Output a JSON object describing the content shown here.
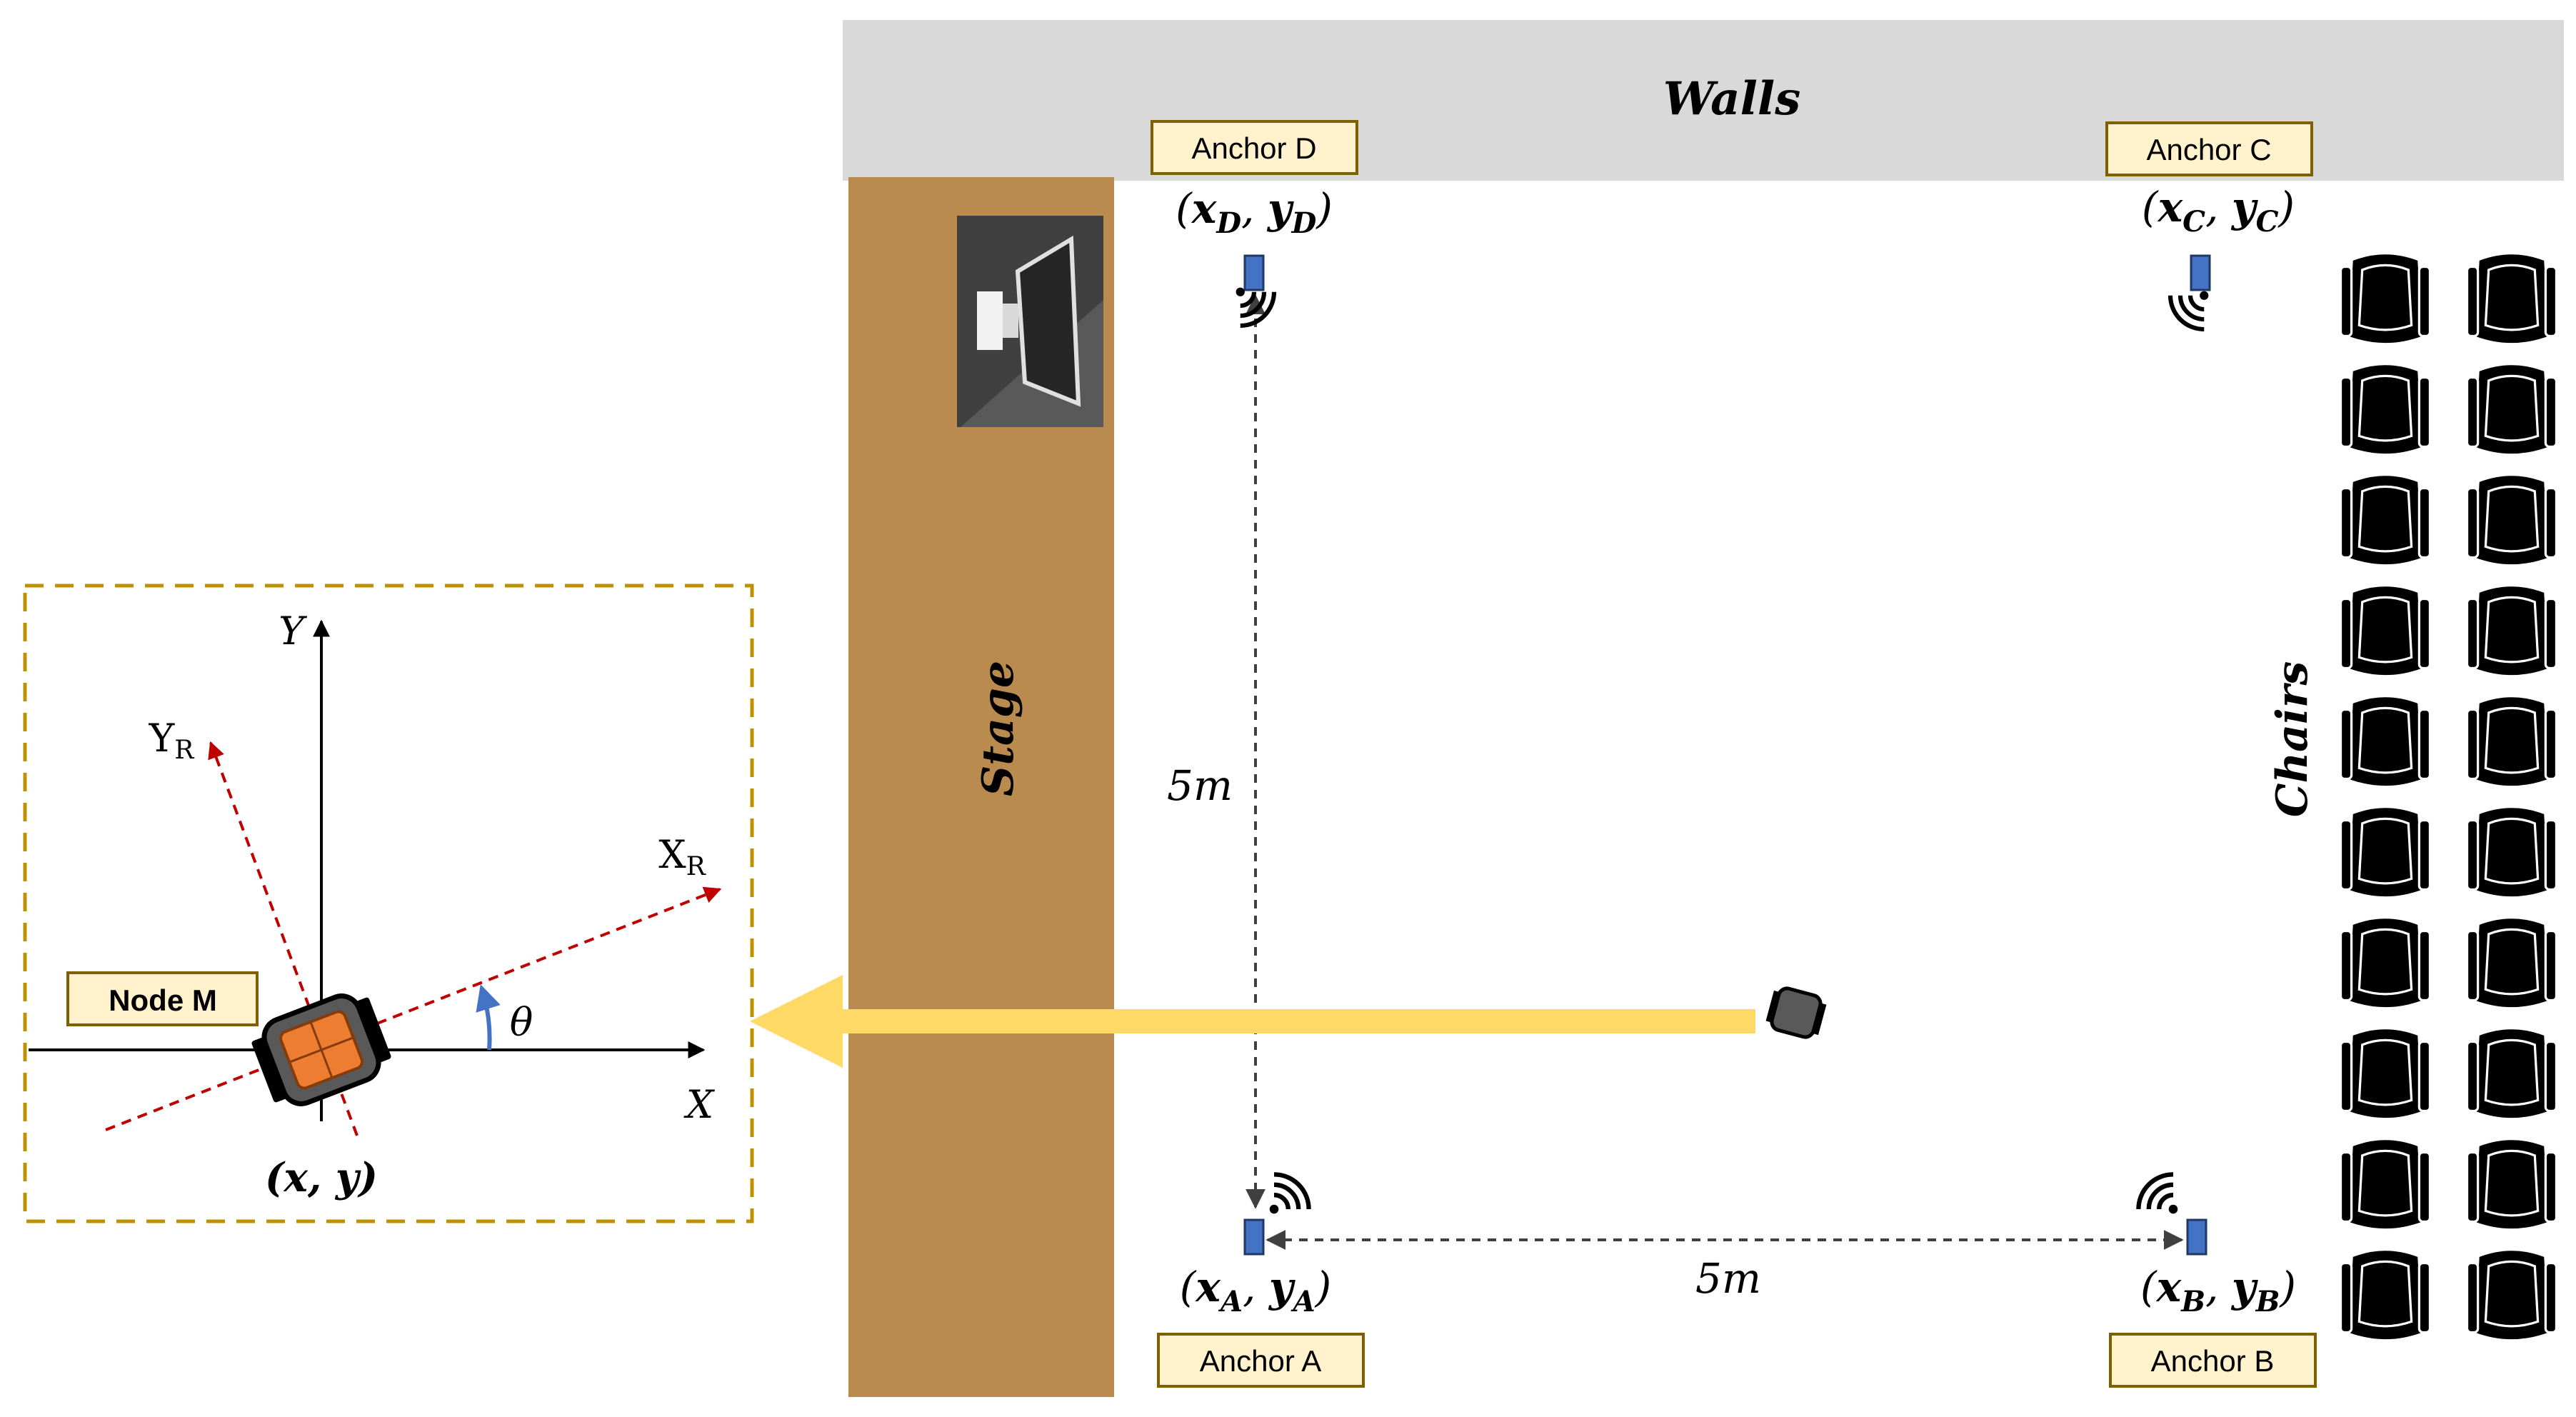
{
  "labels": {
    "walls": "Walls",
    "stage": "Stage",
    "chairs": "Chairs",
    "node": "Node M"
  },
  "anchors": [
    {
      "name": "Anchor A",
      "coord_x": "x",
      "coord_y": "y",
      "sub": "A"
    },
    {
      "name": "Anchor B",
      "coord_x": "x",
      "coord_y": "y",
      "sub": "B"
    },
    {
      "name": "Anchor C",
      "coord_x": "x",
      "coord_y": "y",
      "sub": "C"
    },
    {
      "name": "Anchor D",
      "coord_x": "x",
      "coord_y": "y",
      "sub": "D"
    }
  ],
  "dimensions": {
    "vertical": "5m",
    "horizontal": "5m"
  },
  "inset": {
    "axis_x": "X",
    "axis_y": "Y",
    "robot_x": "X",
    "robot_y": "Y",
    "robot_sub": "R",
    "angle": "θ",
    "position": "(x, y)"
  },
  "colors": {
    "walls": "#d9d9d9",
    "stage": "#b98b4f",
    "anchor_box_fill": "#fff2cc",
    "anchor_box_border": "#7f6000",
    "inset_border": "#bf9000",
    "arrow": "#ffd966",
    "robot_axes": "#c00000",
    "angle_arc": "#4472c4",
    "anchor_device": "#4472c4",
    "robot_core": "#ed7d31"
  }
}
